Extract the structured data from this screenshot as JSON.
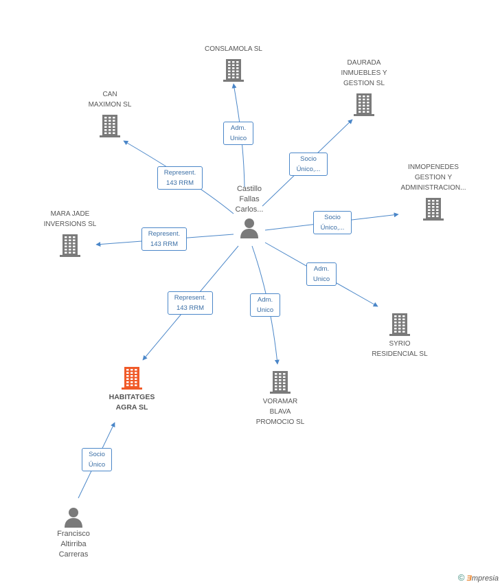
{
  "center": {
    "label": "Castillo\nFallas\nCarlos..."
  },
  "companies": [
    {
      "id": "conslamola",
      "label": "CONSLAMOLA SL",
      "main": false
    },
    {
      "id": "daurada",
      "label": "DAURADA\nINMUEBLES Y\nGESTION  SL",
      "main": false
    },
    {
      "id": "can_maximon",
      "label": "CAN\nMAXIMON SL",
      "main": false
    },
    {
      "id": "inmopenedes",
      "label": "INMOPENEDES\nGESTION Y\nADMINISTRACION...",
      "main": false
    },
    {
      "id": "mara_jade",
      "label": "MARA JADE\nINVERSIONS SL",
      "main": false
    },
    {
      "id": "syrio",
      "label": "SYRIO\nRESIDENCIAL SL",
      "main": false
    },
    {
      "id": "voramar",
      "label": "VORAMAR\nBLAVA\nPROMOCIO SL",
      "main": false
    },
    {
      "id": "habitatges",
      "label": "HABITATGES\nAGRA SL",
      "main": true
    }
  ],
  "persons": [
    {
      "id": "francisco",
      "label": "Francisco\nAltirriba\nCarreras"
    }
  ],
  "relations": [
    {
      "from": "castillo",
      "to": "conslamola",
      "label": "Adm.\nUnico"
    },
    {
      "from": "castillo",
      "to": "daurada",
      "label": "Socio\nÚnico,..."
    },
    {
      "from": "castillo",
      "to": "can_maximon",
      "label": "Represent.\n143 RRM"
    },
    {
      "from": "castillo",
      "to": "inmopenedes",
      "label": "Socio\nÚnico,..."
    },
    {
      "from": "castillo",
      "to": "mara_jade",
      "label": "Represent.\n143 RRM"
    },
    {
      "from": "castillo",
      "to": "syrio",
      "label": "Adm.\nUnico"
    },
    {
      "from": "castillo",
      "to": "voramar",
      "label": "Adm.\nUnico"
    },
    {
      "from": "castillo",
      "to": "habitatges",
      "label": "Represent.\n143 RRM"
    },
    {
      "from": "francisco",
      "to": "habitatges",
      "label": "Socio\nÚnico"
    }
  ],
  "colors": {
    "edge": "#4a86c8",
    "company_icon": "#7a7a7a",
    "main_company_icon": "#f05a28",
    "person_icon": "#7a7a7a"
  },
  "footer": {
    "copyright_symbol": "©",
    "brand_e": "Ǝ",
    "brand_rest": "mpresia"
  }
}
